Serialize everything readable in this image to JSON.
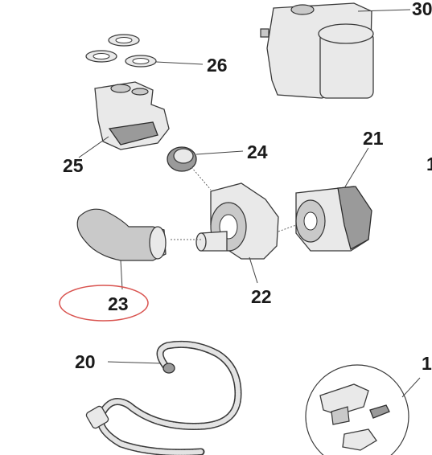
{
  "labels": {
    "l30": "30",
    "l26": "26",
    "l25": "25",
    "l24": "24",
    "l21": "21",
    "l22": "22",
    "l23": "23",
    "l20": "20",
    "l1a": "1",
    "l1b": "1"
  },
  "colors": {
    "highlight_ellipse": "#d9534f",
    "line": "#3a3a3a"
  }
}
